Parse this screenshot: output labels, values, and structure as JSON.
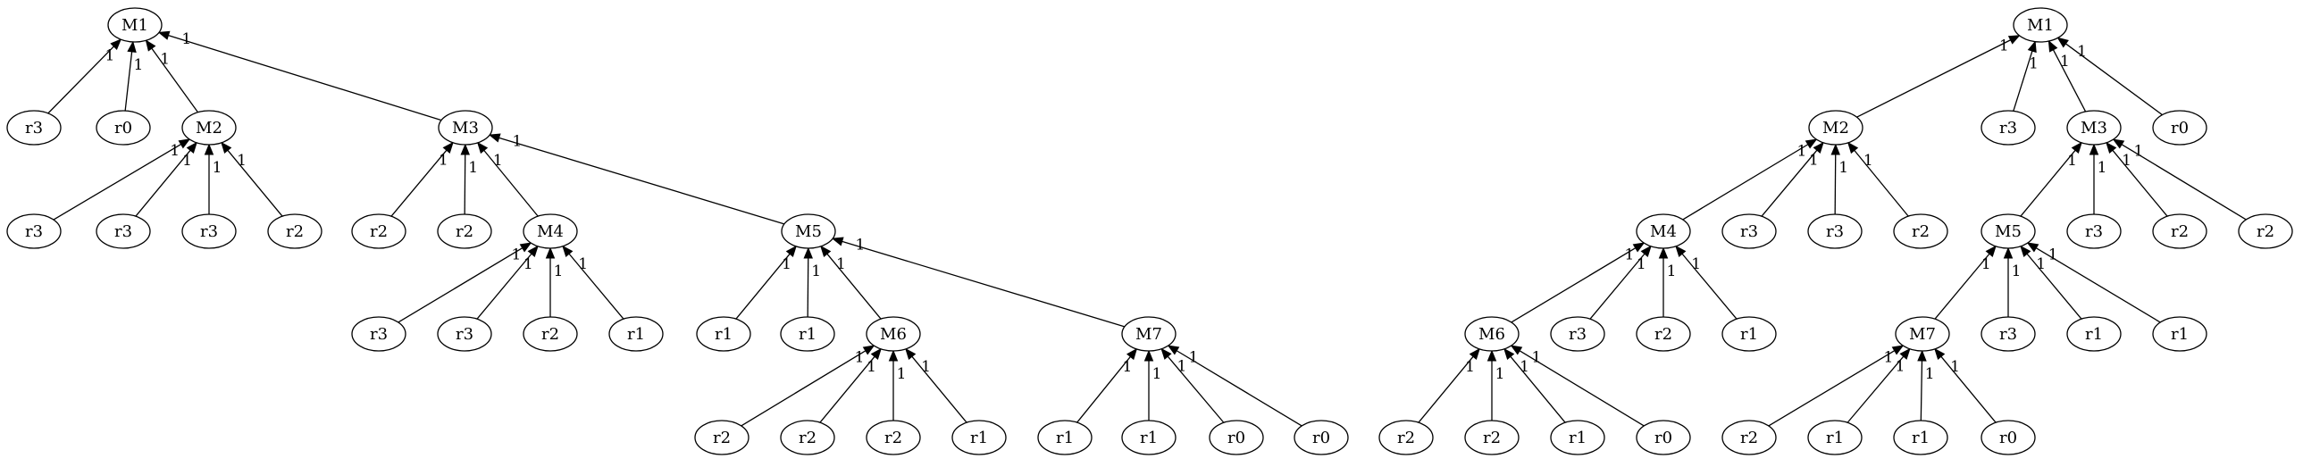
{
  "diagram": {
    "nodes": [
      {
        "id": "a_M1",
        "label": "M1"
      },
      {
        "id": "a_r3_1",
        "label": "r3"
      },
      {
        "id": "a_r0_1",
        "label": "r0"
      },
      {
        "id": "a_M2",
        "label": "M2"
      },
      {
        "id": "a_M3",
        "label": "M3"
      },
      {
        "id": "a_r3_2",
        "label": "r3"
      },
      {
        "id": "a_r3_3",
        "label": "r3"
      },
      {
        "id": "a_r3_4",
        "label": "r3"
      },
      {
        "id": "a_r2_1",
        "label": "r2"
      },
      {
        "id": "a_r2_2",
        "label": "r2"
      },
      {
        "id": "a_r2_3",
        "label": "r2"
      },
      {
        "id": "a_M4",
        "label": "M4"
      },
      {
        "id": "a_M5",
        "label": "M5"
      },
      {
        "id": "a_r3_5",
        "label": "r3"
      },
      {
        "id": "a_r3_6",
        "label": "r3"
      },
      {
        "id": "a_r2_4",
        "label": "r2"
      },
      {
        "id": "a_r1_1",
        "label": "r1"
      },
      {
        "id": "a_r1_2",
        "label": "r1"
      },
      {
        "id": "a_r1_3",
        "label": "r1"
      },
      {
        "id": "a_M6",
        "label": "M6"
      },
      {
        "id": "a_M7",
        "label": "M7"
      },
      {
        "id": "a_r2_5",
        "label": "r2"
      },
      {
        "id": "a_r2_6",
        "label": "r2"
      },
      {
        "id": "a_r2_7",
        "label": "r2"
      },
      {
        "id": "a_r1_4",
        "label": "r1"
      },
      {
        "id": "a_r1_5",
        "label": "r1"
      },
      {
        "id": "a_r1_6",
        "label": "r1"
      },
      {
        "id": "a_r0_2",
        "label": "r0"
      },
      {
        "id": "a_r0_3",
        "label": "r0"
      },
      {
        "id": "b_M1",
        "label": "M1"
      },
      {
        "id": "b_M2",
        "label": "M2"
      },
      {
        "id": "b_r3_1",
        "label": "r3"
      },
      {
        "id": "b_M3",
        "label": "M3"
      },
      {
        "id": "b_r0_1",
        "label": "r0"
      },
      {
        "id": "b_M4",
        "label": "M4"
      },
      {
        "id": "b_r3_2",
        "label": "r3"
      },
      {
        "id": "b_r3_3",
        "label": "r3"
      },
      {
        "id": "b_r2_1",
        "label": "r2"
      },
      {
        "id": "b_M5",
        "label": "M5"
      },
      {
        "id": "b_r3_4",
        "label": "r3"
      },
      {
        "id": "b_r2_2",
        "label": "r2"
      },
      {
        "id": "b_r2_3",
        "label": "r2"
      },
      {
        "id": "b_M6",
        "label": "M6"
      },
      {
        "id": "b_r3_5",
        "label": "r3"
      },
      {
        "id": "b_r2_4",
        "label": "r2"
      },
      {
        "id": "b_r1_1",
        "label": "r1"
      },
      {
        "id": "b_M7",
        "label": "M7"
      },
      {
        "id": "b_r3_6",
        "label": "r3"
      },
      {
        "id": "b_r1_2",
        "label": "r1"
      },
      {
        "id": "b_r1_3",
        "label": "r1"
      },
      {
        "id": "b_r2_5",
        "label": "r2"
      },
      {
        "id": "b_r2_6",
        "label": "r2"
      },
      {
        "id": "b_r1_4",
        "label": "r1"
      },
      {
        "id": "b_r0_2",
        "label": "r0"
      },
      {
        "id": "b_r2_7",
        "label": "r2"
      },
      {
        "id": "b_r1_5",
        "label": "r1"
      },
      {
        "id": "b_r1_6",
        "label": "r1"
      },
      {
        "id": "b_r0_3",
        "label": "r0"
      }
    ],
    "edges": [
      {
        "from": "a_r3_1",
        "to": "a_M1",
        "label": "1"
      },
      {
        "from": "a_r0_1",
        "to": "a_M1",
        "label": "1"
      },
      {
        "from": "a_M2",
        "to": "a_M1",
        "label": "1"
      },
      {
        "from": "a_M3",
        "to": "a_M1",
        "label": "1"
      },
      {
        "from": "a_r3_2",
        "to": "a_M2",
        "label": "1"
      },
      {
        "from": "a_r3_3",
        "to": "a_M2",
        "label": "1"
      },
      {
        "from": "a_r3_4",
        "to": "a_M2",
        "label": "1"
      },
      {
        "from": "a_r2_1",
        "to": "a_M2",
        "label": "1"
      },
      {
        "from": "a_r2_2",
        "to": "a_M3",
        "label": "1"
      },
      {
        "from": "a_r2_3",
        "to": "a_M3",
        "label": "1"
      },
      {
        "from": "a_M4",
        "to": "a_M3",
        "label": "1"
      },
      {
        "from": "a_M5",
        "to": "a_M3",
        "label": "1"
      },
      {
        "from": "a_r3_5",
        "to": "a_M4",
        "label": "1"
      },
      {
        "from": "a_r3_6",
        "to": "a_M4",
        "label": "1"
      },
      {
        "from": "a_r2_4",
        "to": "a_M4",
        "label": "1"
      },
      {
        "from": "a_r1_1",
        "to": "a_M4",
        "label": "1"
      },
      {
        "from": "a_r1_2",
        "to": "a_M5",
        "label": "1"
      },
      {
        "from": "a_r1_3",
        "to": "a_M5",
        "label": "1"
      },
      {
        "from": "a_M6",
        "to": "a_M5",
        "label": "1"
      },
      {
        "from": "a_M7",
        "to": "a_M5",
        "label": "1"
      },
      {
        "from": "a_r2_5",
        "to": "a_M6",
        "label": "1"
      },
      {
        "from": "a_r2_6",
        "to": "a_M6",
        "label": "1"
      },
      {
        "from": "a_r2_7",
        "to": "a_M6",
        "label": "1"
      },
      {
        "from": "a_r1_4",
        "to": "a_M6",
        "label": "1"
      },
      {
        "from": "a_r1_5",
        "to": "a_M7",
        "label": "1"
      },
      {
        "from": "a_r1_6",
        "to": "a_M7",
        "label": "1"
      },
      {
        "from": "a_r0_2",
        "to": "a_M7",
        "label": "1"
      },
      {
        "from": "a_r0_3",
        "to": "a_M7",
        "label": "1"
      },
      {
        "from": "b_M2",
        "to": "b_M1",
        "label": "1"
      },
      {
        "from": "b_r3_1",
        "to": "b_M1",
        "label": "1"
      },
      {
        "from": "b_M3",
        "to": "b_M1",
        "label": "1"
      },
      {
        "from": "b_r0_1",
        "to": "b_M1",
        "label": "1"
      },
      {
        "from": "b_M4",
        "to": "b_M2",
        "label": "1"
      },
      {
        "from": "b_r3_2",
        "to": "b_M2",
        "label": "1"
      },
      {
        "from": "b_r3_3",
        "to": "b_M2",
        "label": "1"
      },
      {
        "from": "b_r2_1",
        "to": "b_M2",
        "label": "1"
      },
      {
        "from": "b_M5",
        "to": "b_M3",
        "label": "1"
      },
      {
        "from": "b_r3_4",
        "to": "b_M3",
        "label": "1"
      },
      {
        "from": "b_r2_2",
        "to": "b_M3",
        "label": "1"
      },
      {
        "from": "b_r2_3",
        "to": "b_M3",
        "label": "1"
      },
      {
        "from": "b_M6",
        "to": "b_M4",
        "label": "1"
      },
      {
        "from": "b_r3_5",
        "to": "b_M4",
        "label": "1"
      },
      {
        "from": "b_r2_4",
        "to": "b_M4",
        "label": "1"
      },
      {
        "from": "b_r1_1",
        "to": "b_M4",
        "label": "1"
      },
      {
        "from": "b_M7",
        "to": "b_M5",
        "label": "1"
      },
      {
        "from": "b_r3_6",
        "to": "b_M5",
        "label": "1"
      },
      {
        "from": "b_r1_2",
        "to": "b_M5",
        "label": "1"
      },
      {
        "from": "b_r1_3",
        "to": "b_M5",
        "label": "1"
      },
      {
        "from": "b_r2_5",
        "to": "b_M6",
        "label": "1"
      },
      {
        "from": "b_r2_6",
        "to": "b_M6",
        "label": "1"
      },
      {
        "from": "b_r1_4",
        "to": "b_M6",
        "label": "1"
      },
      {
        "from": "b_r0_2",
        "to": "b_M6",
        "label": "1"
      },
      {
        "from": "b_r2_7",
        "to": "b_M7",
        "label": "1"
      },
      {
        "from": "b_r1_5",
        "to": "b_M7",
        "label": "1"
      },
      {
        "from": "b_r1_6",
        "to": "b_M7",
        "label": "1"
      },
      {
        "from": "b_r0_3",
        "to": "b_M7",
        "label": "1"
      }
    ]
  }
}
